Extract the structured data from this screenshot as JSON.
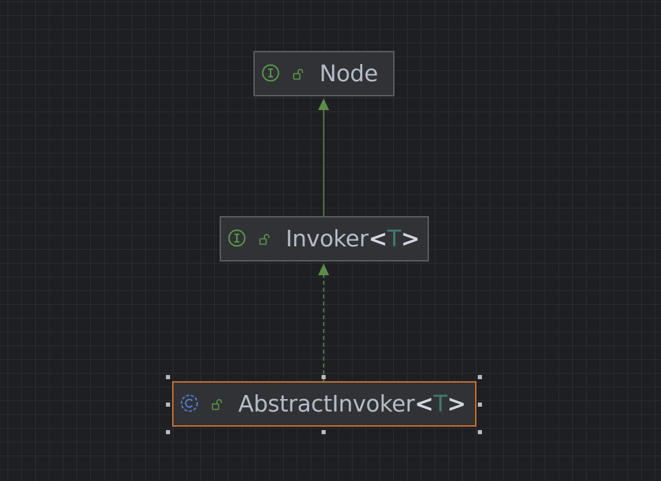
{
  "diagram": {
    "nodes": {
      "node": {
        "kind_icon": "interface-icon",
        "lock_icon": "open-lock-icon",
        "name": "Node"
      },
      "invoker": {
        "kind_icon": "interface-icon",
        "lock_icon": "open-lock-icon",
        "name": "Invoker",
        "lt": "<",
        "type_param": "T",
        "gt": ">"
      },
      "abstract_invoker": {
        "kind_icon": "abstract-class-icon",
        "lock_icon": "open-lock-icon",
        "name": "AbstractInvoker",
        "lt": "<",
        "type_param": "T",
        "gt": ">",
        "selected": true
      }
    },
    "edges": [
      {
        "from": "Invoker",
        "to": "Node",
        "kind": "extends",
        "style": "solid"
      },
      {
        "from": "AbstractInvoker",
        "to": "Invoker",
        "kind": "implements",
        "style": "dashed"
      }
    ],
    "colors": {
      "background": "#1e1f22",
      "grid": "#2b2d31",
      "node_fill": "#313235",
      "node_border": "#5b5d61",
      "selection_border": "#c7732e",
      "edge": "#5d8c4a",
      "interface_icon": "#5b9a4c",
      "class_icon": "#4f7fd9",
      "type_param": "#3f7b70"
    }
  }
}
